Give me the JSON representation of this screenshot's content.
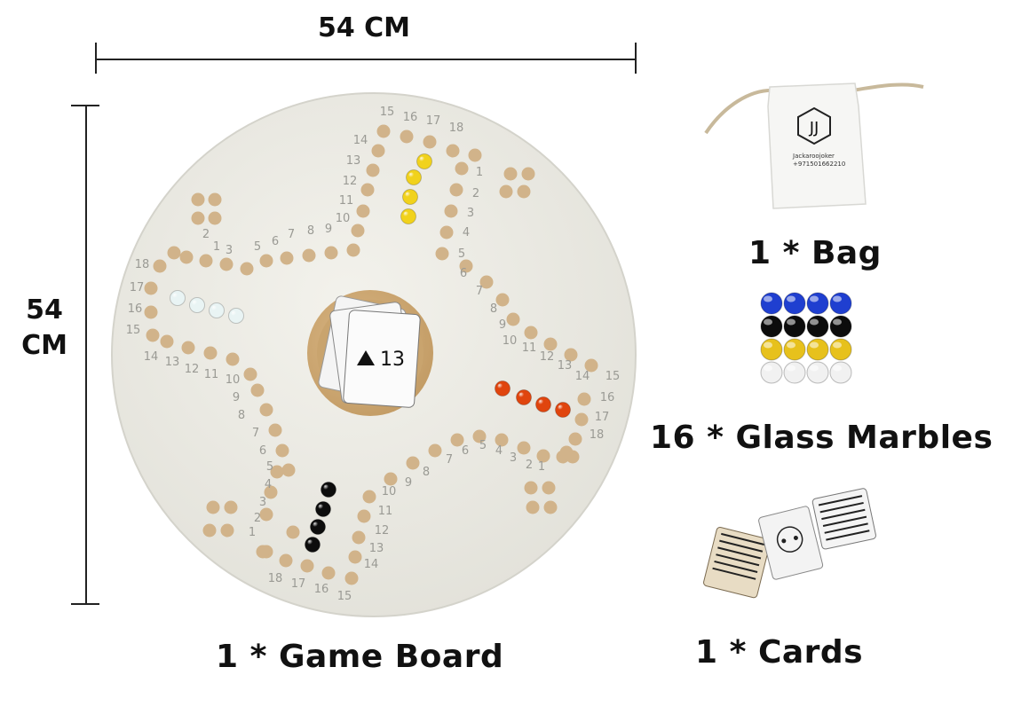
{
  "dimensions": {
    "width_label": "54 CM",
    "height_label_line1": "54",
    "height_label_line2": "CM"
  },
  "captions": {
    "board": "1 *  Game Board",
    "bag": "1 * Bag",
    "marbles": "16 * Glass Marbles",
    "cards": "1 *  Cards"
  },
  "bag": {
    "logo": "JJ",
    "instagram": "Jackaroojoker",
    "phone": "+971501662210"
  },
  "card": {
    "rank": "13"
  },
  "marble_rows": [
    {
      "color": "#1f3fd0",
      "count": 4
    },
    {
      "color": "#0c0c0c",
      "count": 4
    },
    {
      "color": "#e7c11c",
      "count": 4
    },
    {
      "color": "#f1f1f1",
      "count": 4
    }
  ],
  "board_marble_colors": {
    "yellow": "#f1d21c",
    "white": "#e9f4f4",
    "orange": "#e0450e",
    "black": "#0d0d0d"
  },
  "colors": {
    "board": "#ecebe4",
    "hole": "#d1b38a",
    "cork": "#cfa873"
  }
}
